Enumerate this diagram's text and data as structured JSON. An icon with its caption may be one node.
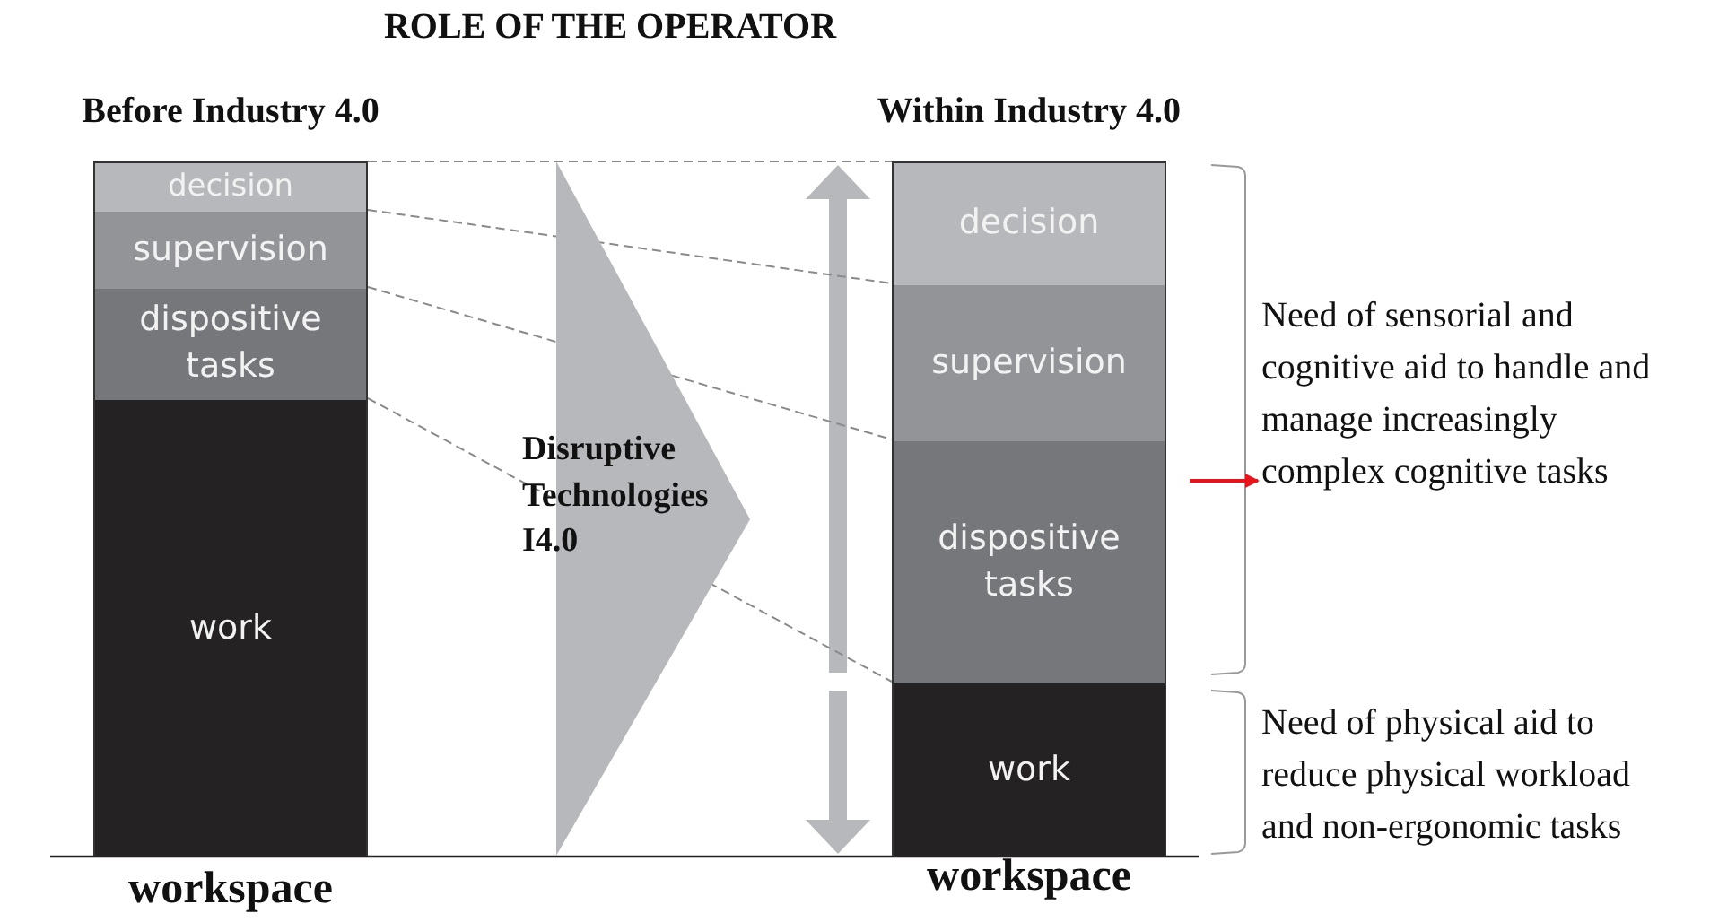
{
  "diagram": {
    "title": "ROLE OF THE OPERATOR",
    "nodes": [
      {
        "text": [
          "Before Industry 4.0"
        ],
        "beside": [
          "workspace"
        ]
      },
      {
        "text": [
          "decision"
        ],
        "in": 0
      },
      {
        "text": [
          "supervision"
        ],
        "in": 0
      },
      {
        "text": [
          "dispositive tasks"
        ],
        "in": 0
      },
      {
        "text": [
          "work"
        ],
        "in": 0
      },
      {
        "text": [
          "Within Industry 4.0"
        ],
        "beside": [
          "workspace"
        ]
      },
      {
        "text": [
          "decision"
        ],
        "in": 5
      },
      {
        "text": [
          "supervision"
        ],
        "in": 5
      },
      {
        "text": [
          "dispositive tasks"
        ],
        "in": 5
      },
      {
        "text": [
          "work"
        ],
        "in": 5
      },
      {
        "text": [
          "Need of sensorial and cognitive aid to handle and manage increasingly complex cognitive tasks"
        ]
      },
      {
        "text": [
          "Need of physical aid to reduce physical workload and non-ergonomic tasks"
        ]
      }
    ],
    "edges": [
      {
        "from": 1,
        "to": 6,
        "arrow": "none",
        "style": "dashed"
      },
      {
        "from": 2,
        "to": 7,
        "arrow": "none",
        "style": "dashed"
      },
      {
        "from": 3,
        "to": 8,
        "arrow": "none",
        "style": "dashed"
      },
      {
        "from": 4,
        "to": 9,
        "arrow": "none",
        "style": "dashed"
      },
      {
        "from": 0,
        "to": 5,
        "arrow": "to",
        "label": "Disruptive Technologies I4.0",
        "style": "thick",
        "color": "#b7b8bb"
      },
      {
        "from": null,
        "to": 10,
        "arrow": "to",
        "color": "#e8141c"
      }
    ]
  }
}
